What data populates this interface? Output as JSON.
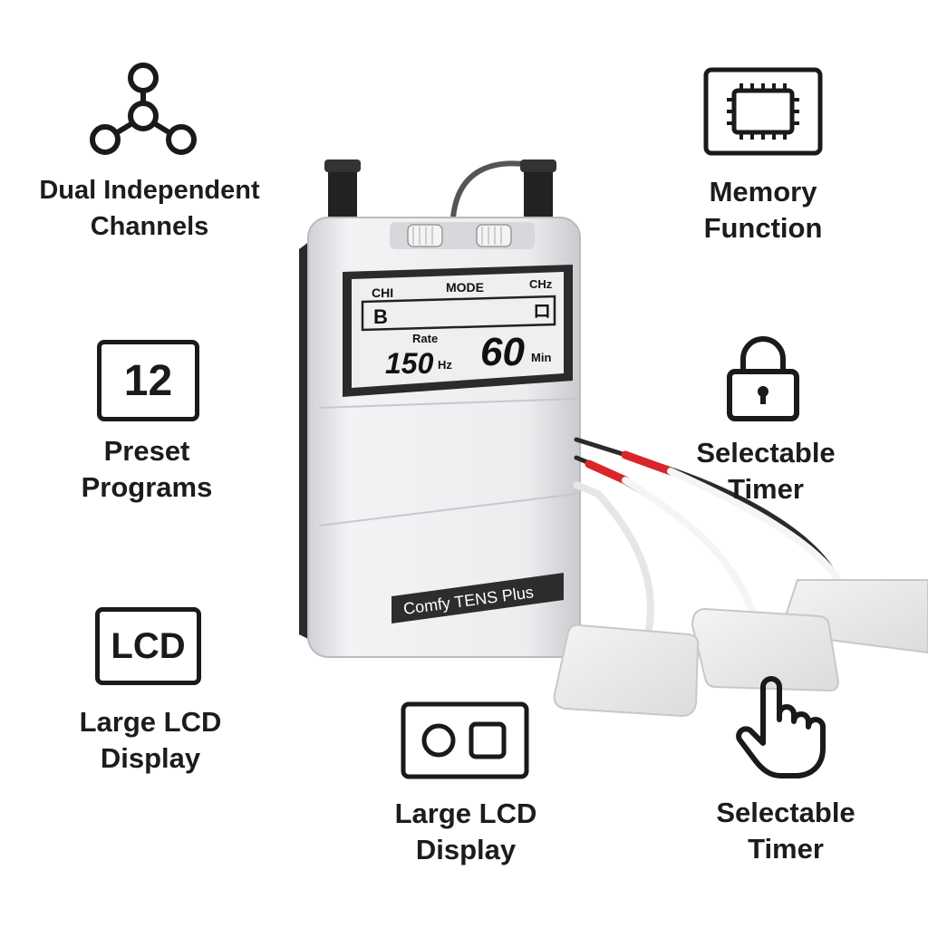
{
  "features": {
    "channels": {
      "icon": "network-nodes-icon",
      "lines": [
        "Dual Independent",
        "Channels"
      ]
    },
    "memory": {
      "icon": "memory-chip-icon",
      "lines": [
        "Memory",
        "Function"
      ]
    },
    "presets": {
      "icon": "number-12-icon",
      "badge": "12",
      "lines": [
        "Preset",
        "Programs"
      ]
    },
    "timer": {
      "icon": "padlock-icon",
      "lines": [
        "Selectable",
        "Timer"
      ]
    },
    "lcd": {
      "icon": "lcd-badge-icon",
      "badge": "LCD",
      "lines": [
        "Large LCD",
        "Display"
      ]
    },
    "lcd2": {
      "icon": "circle-square-icon",
      "lines": [
        "Large LCD",
        "Display"
      ]
    },
    "timer2": {
      "icon": "pointing-hand-icon",
      "lines": [
        "Selectable",
        "Timer"
      ]
    }
  },
  "device": {
    "brand": "Comfy TENS Plus",
    "lcd": {
      "ch1": "CHI",
      "mode_label": "MODE",
      "ch2": "CHz",
      "mode_value": "B",
      "ch2_value": "ロ",
      "rate_label": "Rate",
      "rate_value": "150",
      "rate_unit": "Hz",
      "timer_value": "60",
      "timer_unit": "Min"
    }
  },
  "colors": {
    "ink": "#1a1a1a",
    "device_body": "#e9eaec",
    "lcd_screen": "#eef0ee",
    "wire_red": "#d8262b"
  }
}
